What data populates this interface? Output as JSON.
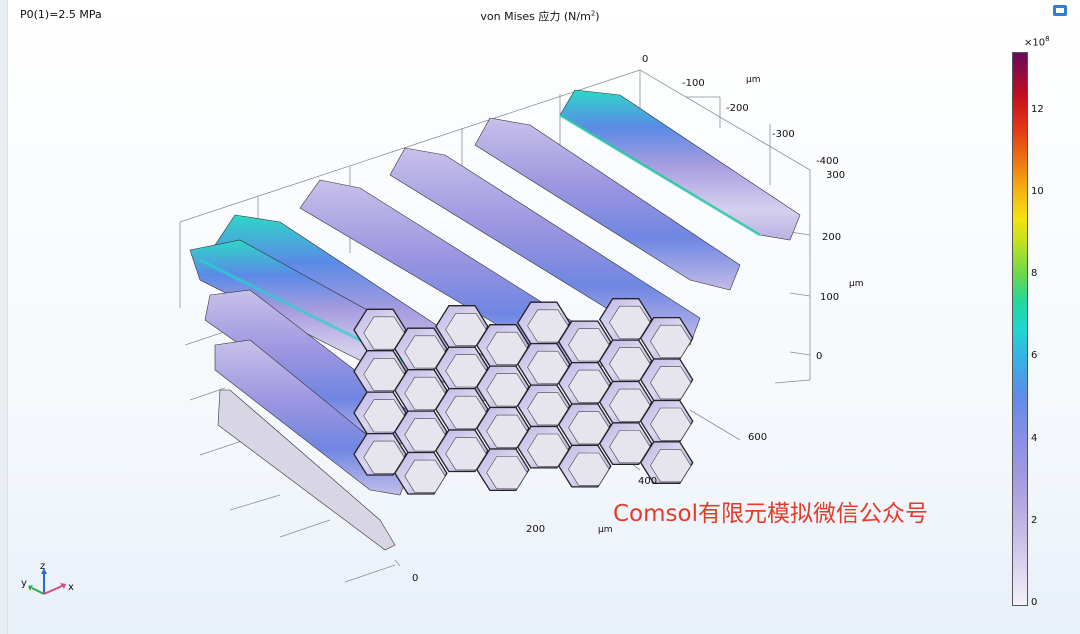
{
  "parameter_label": "P0(1)=2.5 MPa",
  "plot_title": {
    "main": "von Mises 应力 (N/m",
    "sup": "2",
    "tail": ")"
  },
  "colorbar": {
    "scale_base": "×10",
    "scale_exp": "8",
    "ticks": [
      "12",
      "10",
      "8",
      "6",
      "4",
      "2",
      "0"
    ],
    "colors": {
      "min": "#f4f2f8",
      "mid": "#20d6d0",
      "max": "#6c0a5a"
    }
  },
  "axes": {
    "x_ticks": [
      "0",
      "-100",
      "-200",
      "-300",
      "-400"
    ],
    "x_unit": "µm",
    "z_ticks": [
      "300",
      "200",
      "100",
      "0"
    ],
    "z_unit": "µm",
    "y_ticks": [
      "0",
      "200",
      "400",
      "600"
    ],
    "y_unit": "µm"
  },
  "watermark": "Comsol有限元模拟微信公众号",
  "triad": {
    "x": "x",
    "y": "y",
    "z": "z"
  },
  "icons": {
    "camera": "camera-icon"
  }
}
